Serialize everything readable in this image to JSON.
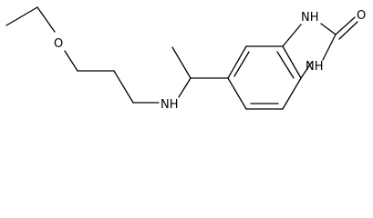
{
  "structure": {
    "atoms": {
      "ether_oxygen": "O",
      "amine_nh": "NH",
      "ring_nh_top": "NH",
      "ring_nh_bottom": "NH",
      "carbonyl_oxygen": "O"
    }
  },
  "colors": {
    "bond": "#000000",
    "label": "#000000",
    "background": "#ffffff"
  }
}
